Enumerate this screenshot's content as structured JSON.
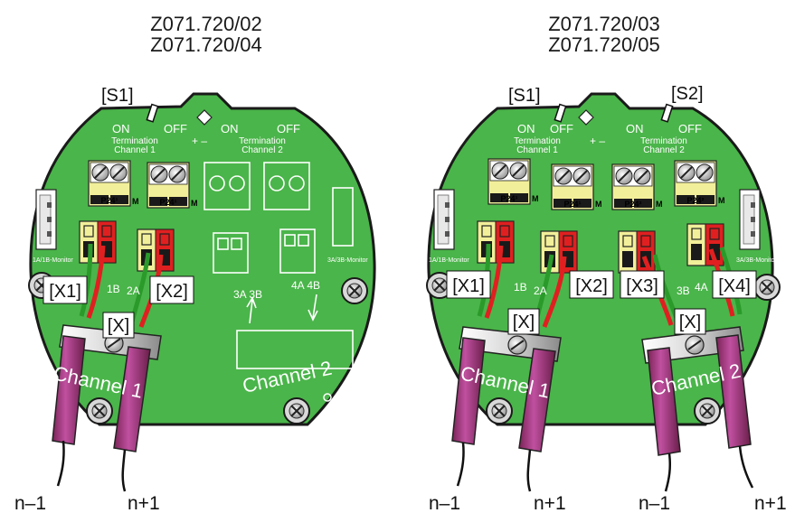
{
  "left": {
    "title1": "Z071.720/02",
    "title2": "Z071.720/04",
    "switch1": "[S1]",
    "on1": "ON",
    "off1": "OFF",
    "on2": "ON",
    "off2": "OFF",
    "plusminus": "+ –",
    "term1_l1": "Termination",
    "term1_l2": "Channel 1",
    "term2_l1": "Termination",
    "term2_l2": "Channel 2",
    "p24_a": "P24¹",
    "p24_b": "P24¹",
    "m": "M",
    "monitor1": "1A/1B-Monitor",
    "monitor2": "3A/3B-Monitor",
    "x1": "[X1]",
    "x2": "[X2]",
    "x": "[X]",
    "lbl_1b": "1B",
    "lbl_2a": "2A",
    "lbl_3a3b": "3A 3B",
    "lbl_4a4b": "4A 4B",
    "channel1": "Channel 1",
    "channel2": "Channel 2",
    "n_minus": "n–1",
    "n_plus": "n+1"
  },
  "right": {
    "title1": "Z071.720/03",
    "title2": "Z071.720/05",
    "switch1": "[S1]",
    "switch2": "[S2]",
    "on1": "ON",
    "off1": "OFF",
    "on2": "ON",
    "off2": "OFF",
    "plusminus": "+ –",
    "term1_l1": "Termination",
    "term1_l2": "Channel 1",
    "term2_l1": "Termination",
    "term2_l2": "Channel 2",
    "p24_a": "P24¹",
    "p24_b": "P24¹",
    "p24_c": "P24²",
    "p24_d": "P24²",
    "m": "M",
    "monitor1": "1A/1B-Monitor",
    "monitor2": "3A/3B-Monitor",
    "x1": "[X1]",
    "x2": "[X2]",
    "x3": "[X3]",
    "x4": "[X4]",
    "x": "[X]",
    "lbl_1b": "1B",
    "lbl_2a": "2A",
    "lbl_3b": "3B",
    "lbl_4a": "4A",
    "channel1": "Channel 1",
    "channel2": "Channel 2",
    "n_minus_a": "n–1",
    "n_plus_a": "n+1",
    "n_minus_b": "n–1",
    "n_plus_b": "n+1"
  },
  "colors": {
    "board": "#4ab54a",
    "board_edge": "#1a1a1a",
    "terminal_yellow": "#f2ef9a",
    "wire_red": "#e02020",
    "wire_green": "#2a9a2a",
    "cable": "#b0407f"
  }
}
